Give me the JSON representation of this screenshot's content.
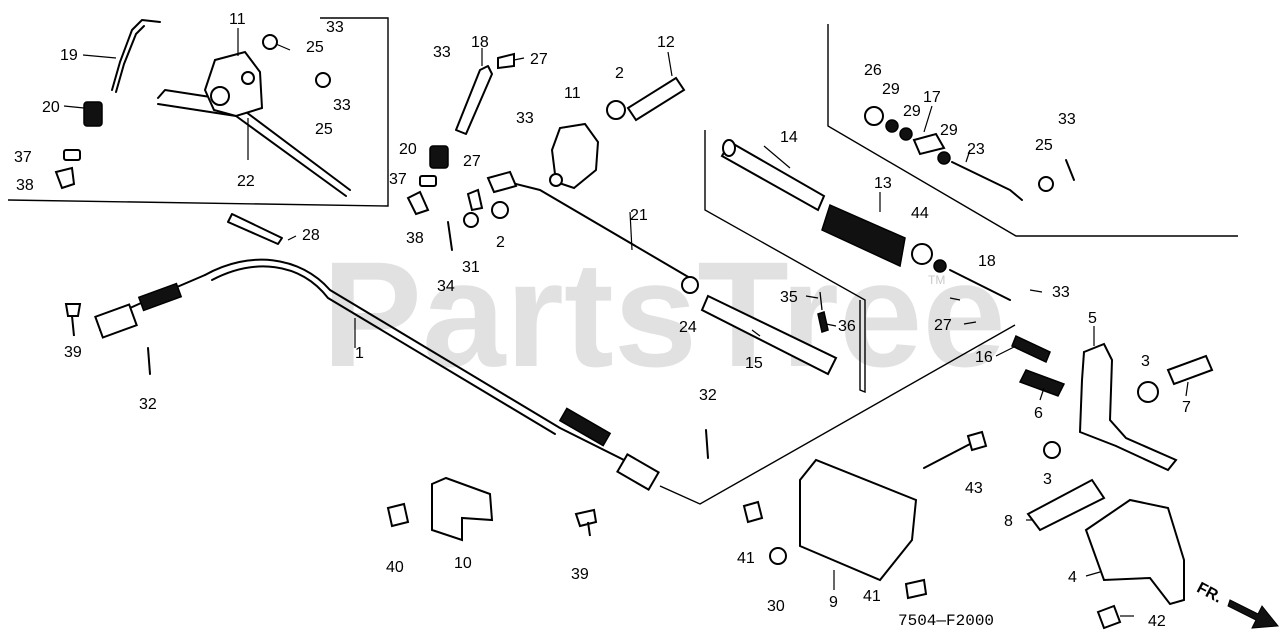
{
  "watermark": "PartsTree",
  "trademark": "TM",
  "drawing_code": "7504—F2000",
  "direction_label": "FR.",
  "callouts": [
    "1",
    "2",
    "2",
    "3",
    "3",
    "4",
    "5",
    "6",
    "7",
    "8",
    "9",
    "10",
    "11",
    "11",
    "12",
    "13",
    "14",
    "15",
    "16",
    "17",
    "18",
    "18",
    "19",
    "20",
    "20",
    "21",
    "22",
    "23",
    "24",
    "25",
    "25",
    "25",
    "26",
    "27",
    "27",
    "27",
    "28",
    "29",
    "29",
    "29",
    "30",
    "31",
    "32",
    "32",
    "33",
    "33",
    "33",
    "33",
    "33",
    "33",
    "34",
    "35",
    "36",
    "37",
    "37",
    "38",
    "38",
    "39",
    "39",
    "40",
    "41",
    "41",
    "42",
    "43",
    "44"
  ]
}
